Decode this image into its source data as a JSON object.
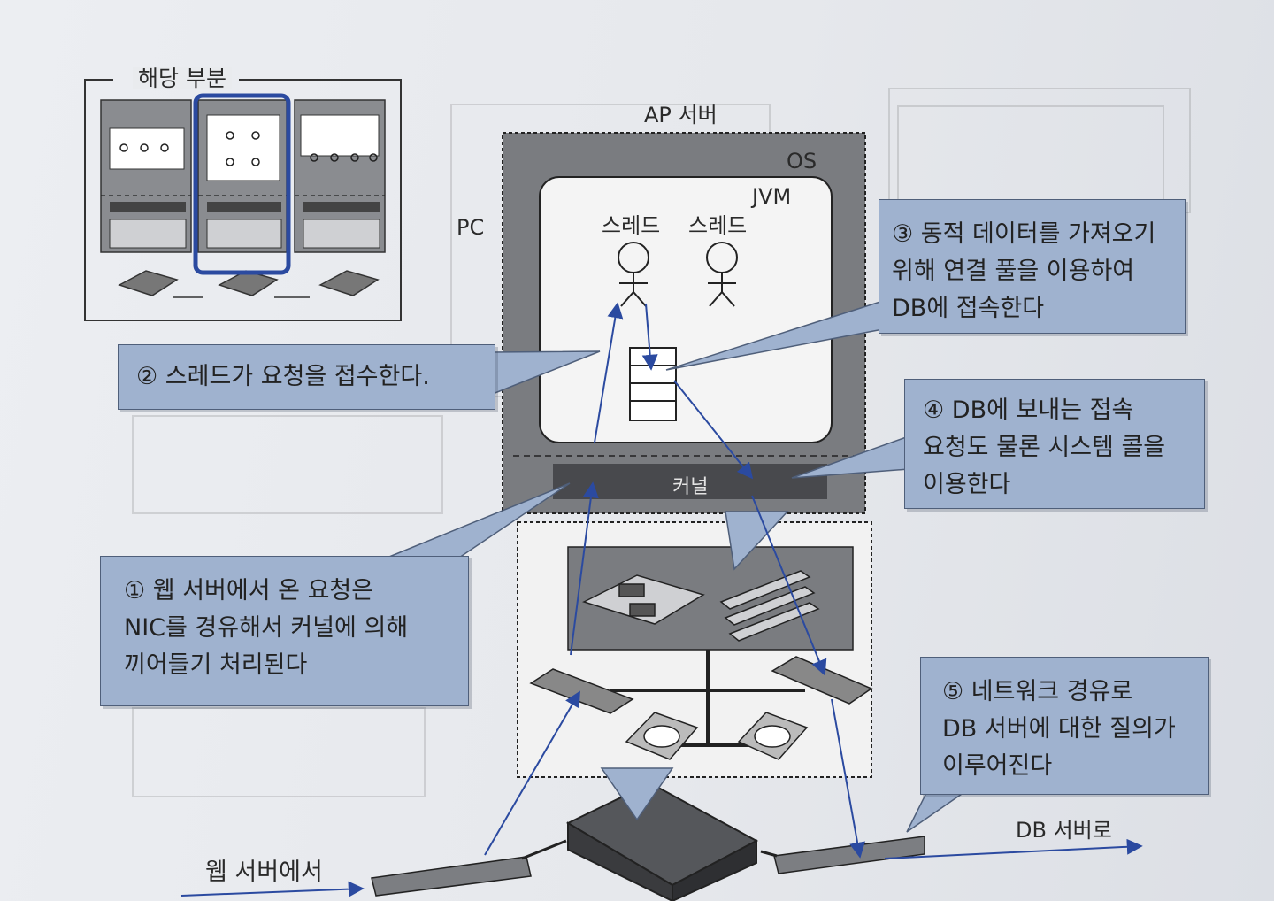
{
  "thumbnail": {
    "title": "해당 부분"
  },
  "labels": {
    "ap_server": "AP 서버",
    "os": "OS",
    "jvm": "JVM",
    "pc": "PC",
    "thread1": "스레드",
    "thread2": "스레드",
    "kernel": "커널",
    "from_web": "웹 서버에서",
    "to_db": "DB 서버로"
  },
  "callouts": {
    "step1": "① 웹 서버에서 온 요청은\nNIC를 경유해서 커널에 의해\n끼어들기 처리된다",
    "step2": "② 스레드가 요청을 접수한다.",
    "step3": "③ 동적 데이터를 가져오기\n위해 연결 풀을 이용하여\nDB에 접속한다",
    "step4": "④ DB에 보내는 접속\n요청도 물론 시스템 콜을\n이용한다",
    "step5": "⑤ 네트워크 경유로\nDB 서버에 대한 질의가\n이루어진다"
  },
  "colors": {
    "accent_blue": "#2b4aa0",
    "callout_fill": "#9fb2cf",
    "box_gray": "#7a7c80",
    "kernel_bar": "#48494d"
  }
}
